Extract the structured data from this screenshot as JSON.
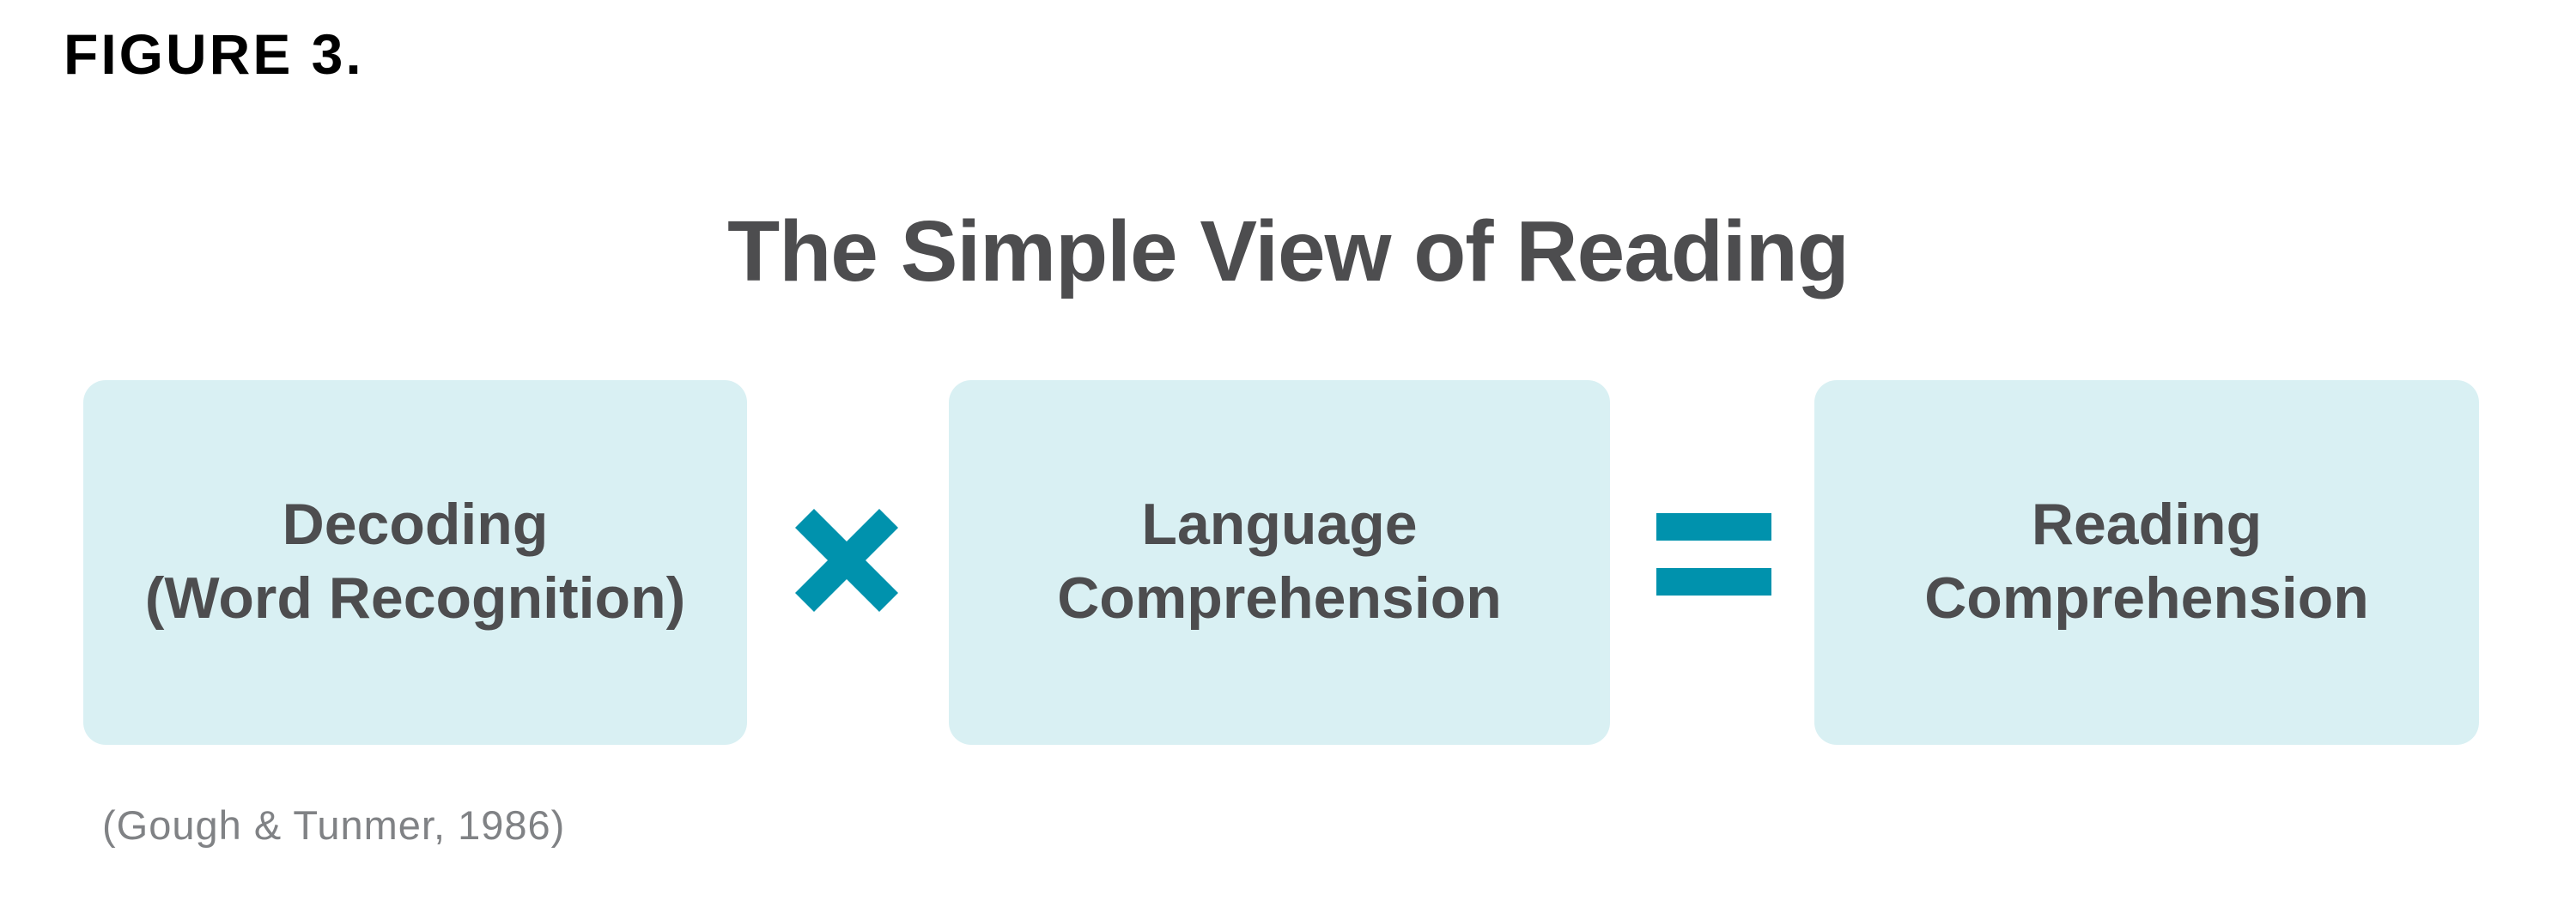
{
  "figure_label": "FIGURE 3.",
  "title": "The Simple View of Reading",
  "colors": {
    "box_fill": "#d9f0f3",
    "operator": "#0092ad",
    "text_dark": "#4d4d4f",
    "citation_text": "#808285",
    "figure_label_text": "#000000"
  },
  "equation": {
    "terms": [
      {
        "lines": [
          "Decoding",
          "(Word Recognition)"
        ]
      },
      {
        "lines": [
          "Language",
          "Comprehension"
        ]
      },
      {
        "lines": [
          "Reading",
          "Comprehension"
        ]
      }
    ],
    "operators": [
      {
        "symbol": "×",
        "icon": "multiply-icon"
      },
      {
        "symbol": "=",
        "icon": "equals-icon"
      }
    ]
  },
  "citation": "(Gough & Tunmer, 1986)"
}
